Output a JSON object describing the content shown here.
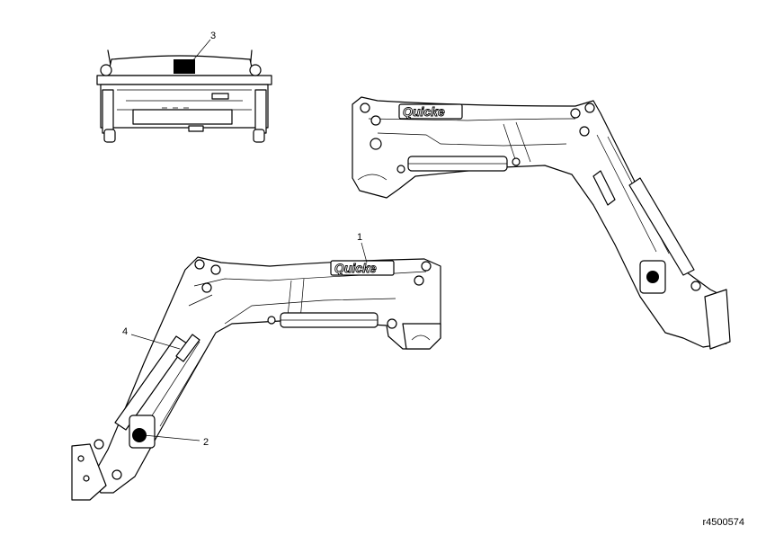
{
  "callouts": {
    "c1": "1",
    "c2": "2",
    "c3": "3",
    "c4": "4"
  },
  "logos": {
    "front": "Quicke",
    "rear": "Quicke"
  },
  "drawing_ref": "r4500574",
  "colors": {
    "line": "#000000",
    "background": "#ffffff"
  }
}
